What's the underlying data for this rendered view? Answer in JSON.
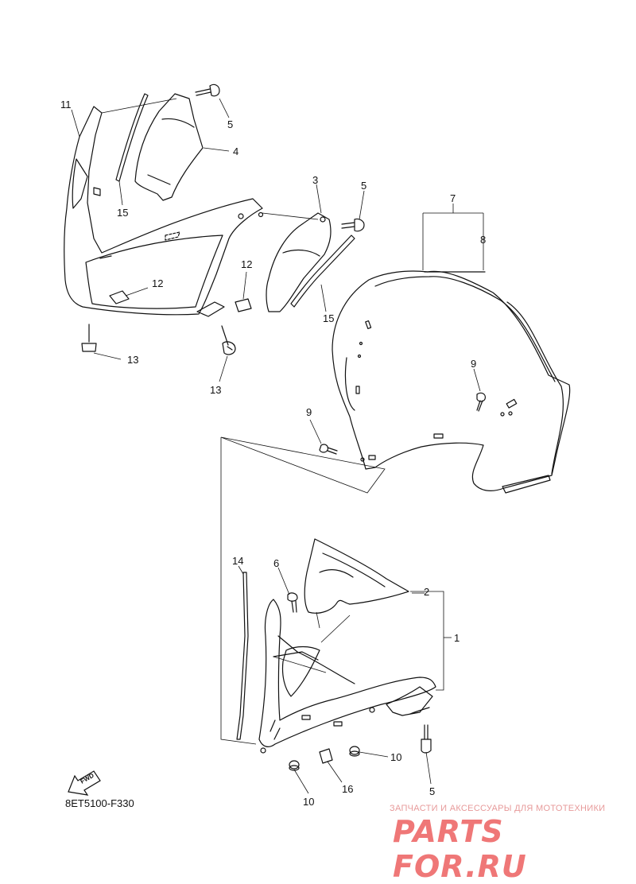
{
  "diagram": {
    "code": "8ET5100-F330",
    "fwd_label": "FWD",
    "callouts": {
      "c1": "1",
      "c2": "2",
      "c3": "3",
      "c4": "4",
      "c5a": "5",
      "c5b": "5",
      "c5c": "5",
      "c6": "6",
      "c7": "7",
      "c8": "8",
      "c9a": "9",
      "c9b": "9",
      "c10a": "10",
      "c10b": "10",
      "c11": "11",
      "c12a": "12",
      "c12b": "12",
      "c13a": "13",
      "c13b": "13",
      "c14": "14",
      "c15a": "15",
      "c15b": "15",
      "c16": "16"
    }
  },
  "watermark": {
    "tagline": "ЗАПЧАСТИ И АКСЕССУАРЫ ДЛЯ МОТОТЕХНИКИ",
    "logo": "PARTS FOR.RU"
  }
}
